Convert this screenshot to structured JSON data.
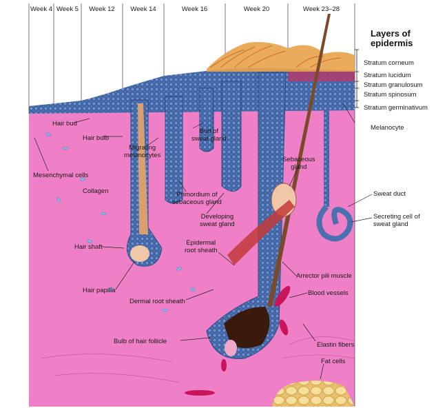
{
  "weeks": [
    "Week 4",
    "Week 5",
    "Week 12",
    "Week 14",
    "Week 16",
    "Week 20",
    "Week 23–28"
  ],
  "epidermis": {
    "title_line1": "Layers of",
    "title_line2": "epidermis",
    "layers": [
      "Stratum corneum",
      "Stratum lucidum",
      "Stratum granulosum",
      "Stratum spinosum",
      "Stratum germinativum"
    ]
  },
  "labels": {
    "hair_bud": "Hair bud",
    "hair_bulb": "Hair bulb",
    "mesenchymal_cells": "Mesenchymal cells",
    "collagen": "Collagen",
    "migrating_1": "Migrating",
    "migrating_2": "melanocytes",
    "bud_sweat_1": "Bud of",
    "bud_sweat_2": "sweat gland",
    "primordium_1": "Primordium of",
    "primordium_2": "sebaceous gland",
    "developing_1": "Developing",
    "developing_2": "sweat gland",
    "sebaceous_1": "Sebaceous",
    "sebaceous_2": "gland",
    "melanocyte": "Melanocyte",
    "sweat_duct": "Sweat duct",
    "secreting_1": "Secreting cell of",
    "secreting_2": "sweat gland",
    "hair_shaft": "Hair shaft",
    "epidermal_1": "Epidermal",
    "epidermal_2": "root sheath",
    "arrector": "Arrector pili muscle",
    "hair_papilla": "Hair papilla",
    "blood_vessels": "Blood vessels",
    "dermal_root": "Dermal root sheath",
    "bulb_follicle": "Bulb of hair follicle",
    "elastin": "Elastin fibers",
    "fat_cells": "Fat cells"
  },
  "colors": {
    "dermis": "#ef7fc6",
    "epithelium": "#4a70b0",
    "epithelium_dark": "#2c4a86",
    "keratin": "#e8a24a",
    "granulosum": "#b03a6a",
    "hair": "#7a4a2a",
    "muscle": "#c23a3a",
    "vessel": "#c8145a",
    "fat": "#f5d890",
    "mesenchyme": "#8fb0e0"
  }
}
